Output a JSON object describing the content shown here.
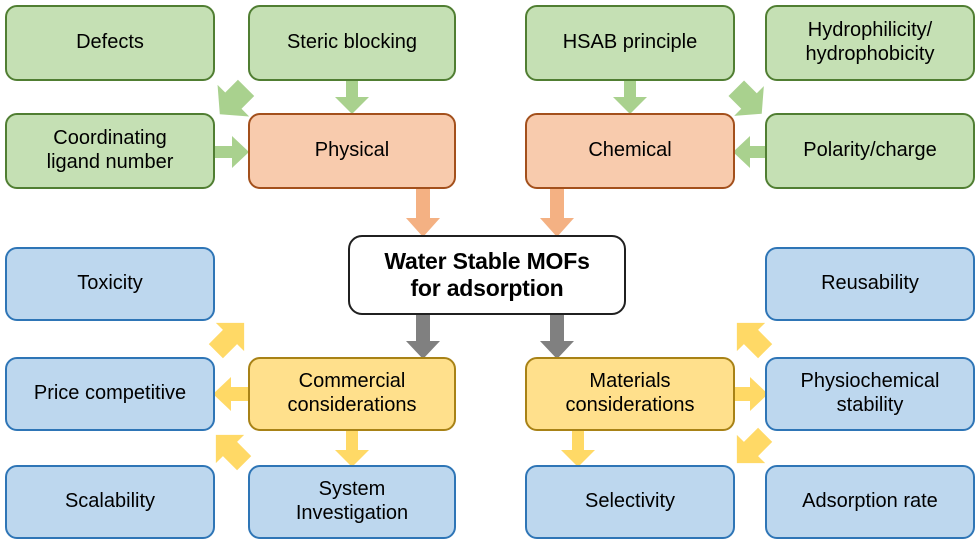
{
  "diagram": {
    "title": "Water Stable MOFs for adsorption factors diagram",
    "center": {
      "line1": "Water Stable MOFs",
      "line2": "for adsorption",
      "text": "Water Stable MOFs\nfor adsorption"
    },
    "colors": {
      "green_fill": "#C5E0B4",
      "green_border": "#507E32",
      "green_arrow": "#A9D18E",
      "orange_fill": "#F8CBAD",
      "orange_border": "#A3501C",
      "orange_arrow": "#F4B183",
      "blue_fill": "#BDD7EE",
      "blue_border": "#2E75B6",
      "yellow_fill": "#FFE08C",
      "yellow_border": "#A88216",
      "yellow_arrow": "#FFD champions966",
      "gray_arrow": "#808080",
      "center_border": "#202020",
      "background": "#FFFFFF"
    },
    "nodes": [
      {
        "id": "defects",
        "label": "Defects",
        "color": "green"
      },
      {
        "id": "steric-blocking",
        "label": "Steric blocking",
        "color": "green"
      },
      {
        "id": "hsab-principle",
        "label": "HSAB principle",
        "color": "green"
      },
      {
        "id": "hydrophilicity",
        "label": "Hydrophilicity/\nhydrophobicity",
        "color": "green"
      },
      {
        "id": "coordinating-ligand",
        "label": "Coordinating\nligand number",
        "color": "green"
      },
      {
        "id": "physical",
        "label": "Physical",
        "color": "orange"
      },
      {
        "id": "chemical",
        "label": "Chemical",
        "color": "orange"
      },
      {
        "id": "polarity-charge",
        "label": "Polarity/charge",
        "color": "green"
      },
      {
        "id": "toxicity",
        "label": "Toxicity",
        "color": "blue"
      },
      {
        "id": "reusability",
        "label": "Reusability",
        "color": "blue"
      },
      {
        "id": "price-competitive",
        "label": "Price competitive",
        "color": "blue"
      },
      {
        "id": "commercial",
        "label": "Commercial\nconsiderations",
        "color": "yellow"
      },
      {
        "id": "materials",
        "label": "Materials\nconsiderations",
        "color": "yellow"
      },
      {
        "id": "physiochemical",
        "label": "Physiochemical\nstability",
        "color": "blue"
      },
      {
        "id": "scalability",
        "label": "Scalability",
        "color": "blue"
      },
      {
        "id": "system-investigation",
        "label": "System\nInvestigation",
        "color": "blue"
      },
      {
        "id": "selectivity",
        "label": "Selectivity",
        "color": "blue"
      },
      {
        "id": "adsorption-rate",
        "label": "Adsorption rate",
        "color": "blue"
      }
    ],
    "edges": [
      {
        "from": "defects",
        "to": "physical",
        "color": "green",
        "direction": "down-right"
      },
      {
        "from": "steric-blocking",
        "to": "physical",
        "color": "green",
        "direction": "down"
      },
      {
        "from": "coordinating-ligand",
        "to": "physical",
        "color": "green",
        "direction": "right"
      },
      {
        "from": "hsab-principle",
        "to": "chemical",
        "color": "green",
        "direction": "down"
      },
      {
        "from": "hydrophilicity",
        "to": "chemical",
        "color": "green",
        "direction": "down-left"
      },
      {
        "from": "polarity-charge",
        "to": "chemical",
        "color": "green",
        "direction": "left"
      },
      {
        "from": "physical",
        "to": "center",
        "color": "orange",
        "direction": "down"
      },
      {
        "from": "chemical",
        "to": "center",
        "color": "orange",
        "direction": "down"
      },
      {
        "from": "center",
        "to": "commercial",
        "color": "gray",
        "direction": "down"
      },
      {
        "from": "center",
        "to": "materials",
        "color": "gray",
        "direction": "down"
      },
      {
        "from": "commercial",
        "to": "toxicity",
        "color": "yellow",
        "direction": "up-left"
      },
      {
        "from": "commercial",
        "to": "price-competitive",
        "color": "yellow",
        "direction": "left"
      },
      {
        "from": "commercial",
        "to": "scalability",
        "color": "yellow",
        "direction": "down-left"
      },
      {
        "from": "commercial",
        "to": "system-investigation",
        "color": "yellow",
        "direction": "down"
      },
      {
        "from": "materials",
        "to": "reusability",
        "color": "yellow",
        "direction": "up-right"
      },
      {
        "from": "materials",
        "to": "physiochemical",
        "color": "yellow",
        "direction": "right"
      },
      {
        "from": "materials",
        "to": "adsorption-rate",
        "color": "yellow",
        "direction": "down-right"
      },
      {
        "from": "materials",
        "to": "selectivity",
        "color": "yellow",
        "direction": "down"
      }
    ]
  }
}
